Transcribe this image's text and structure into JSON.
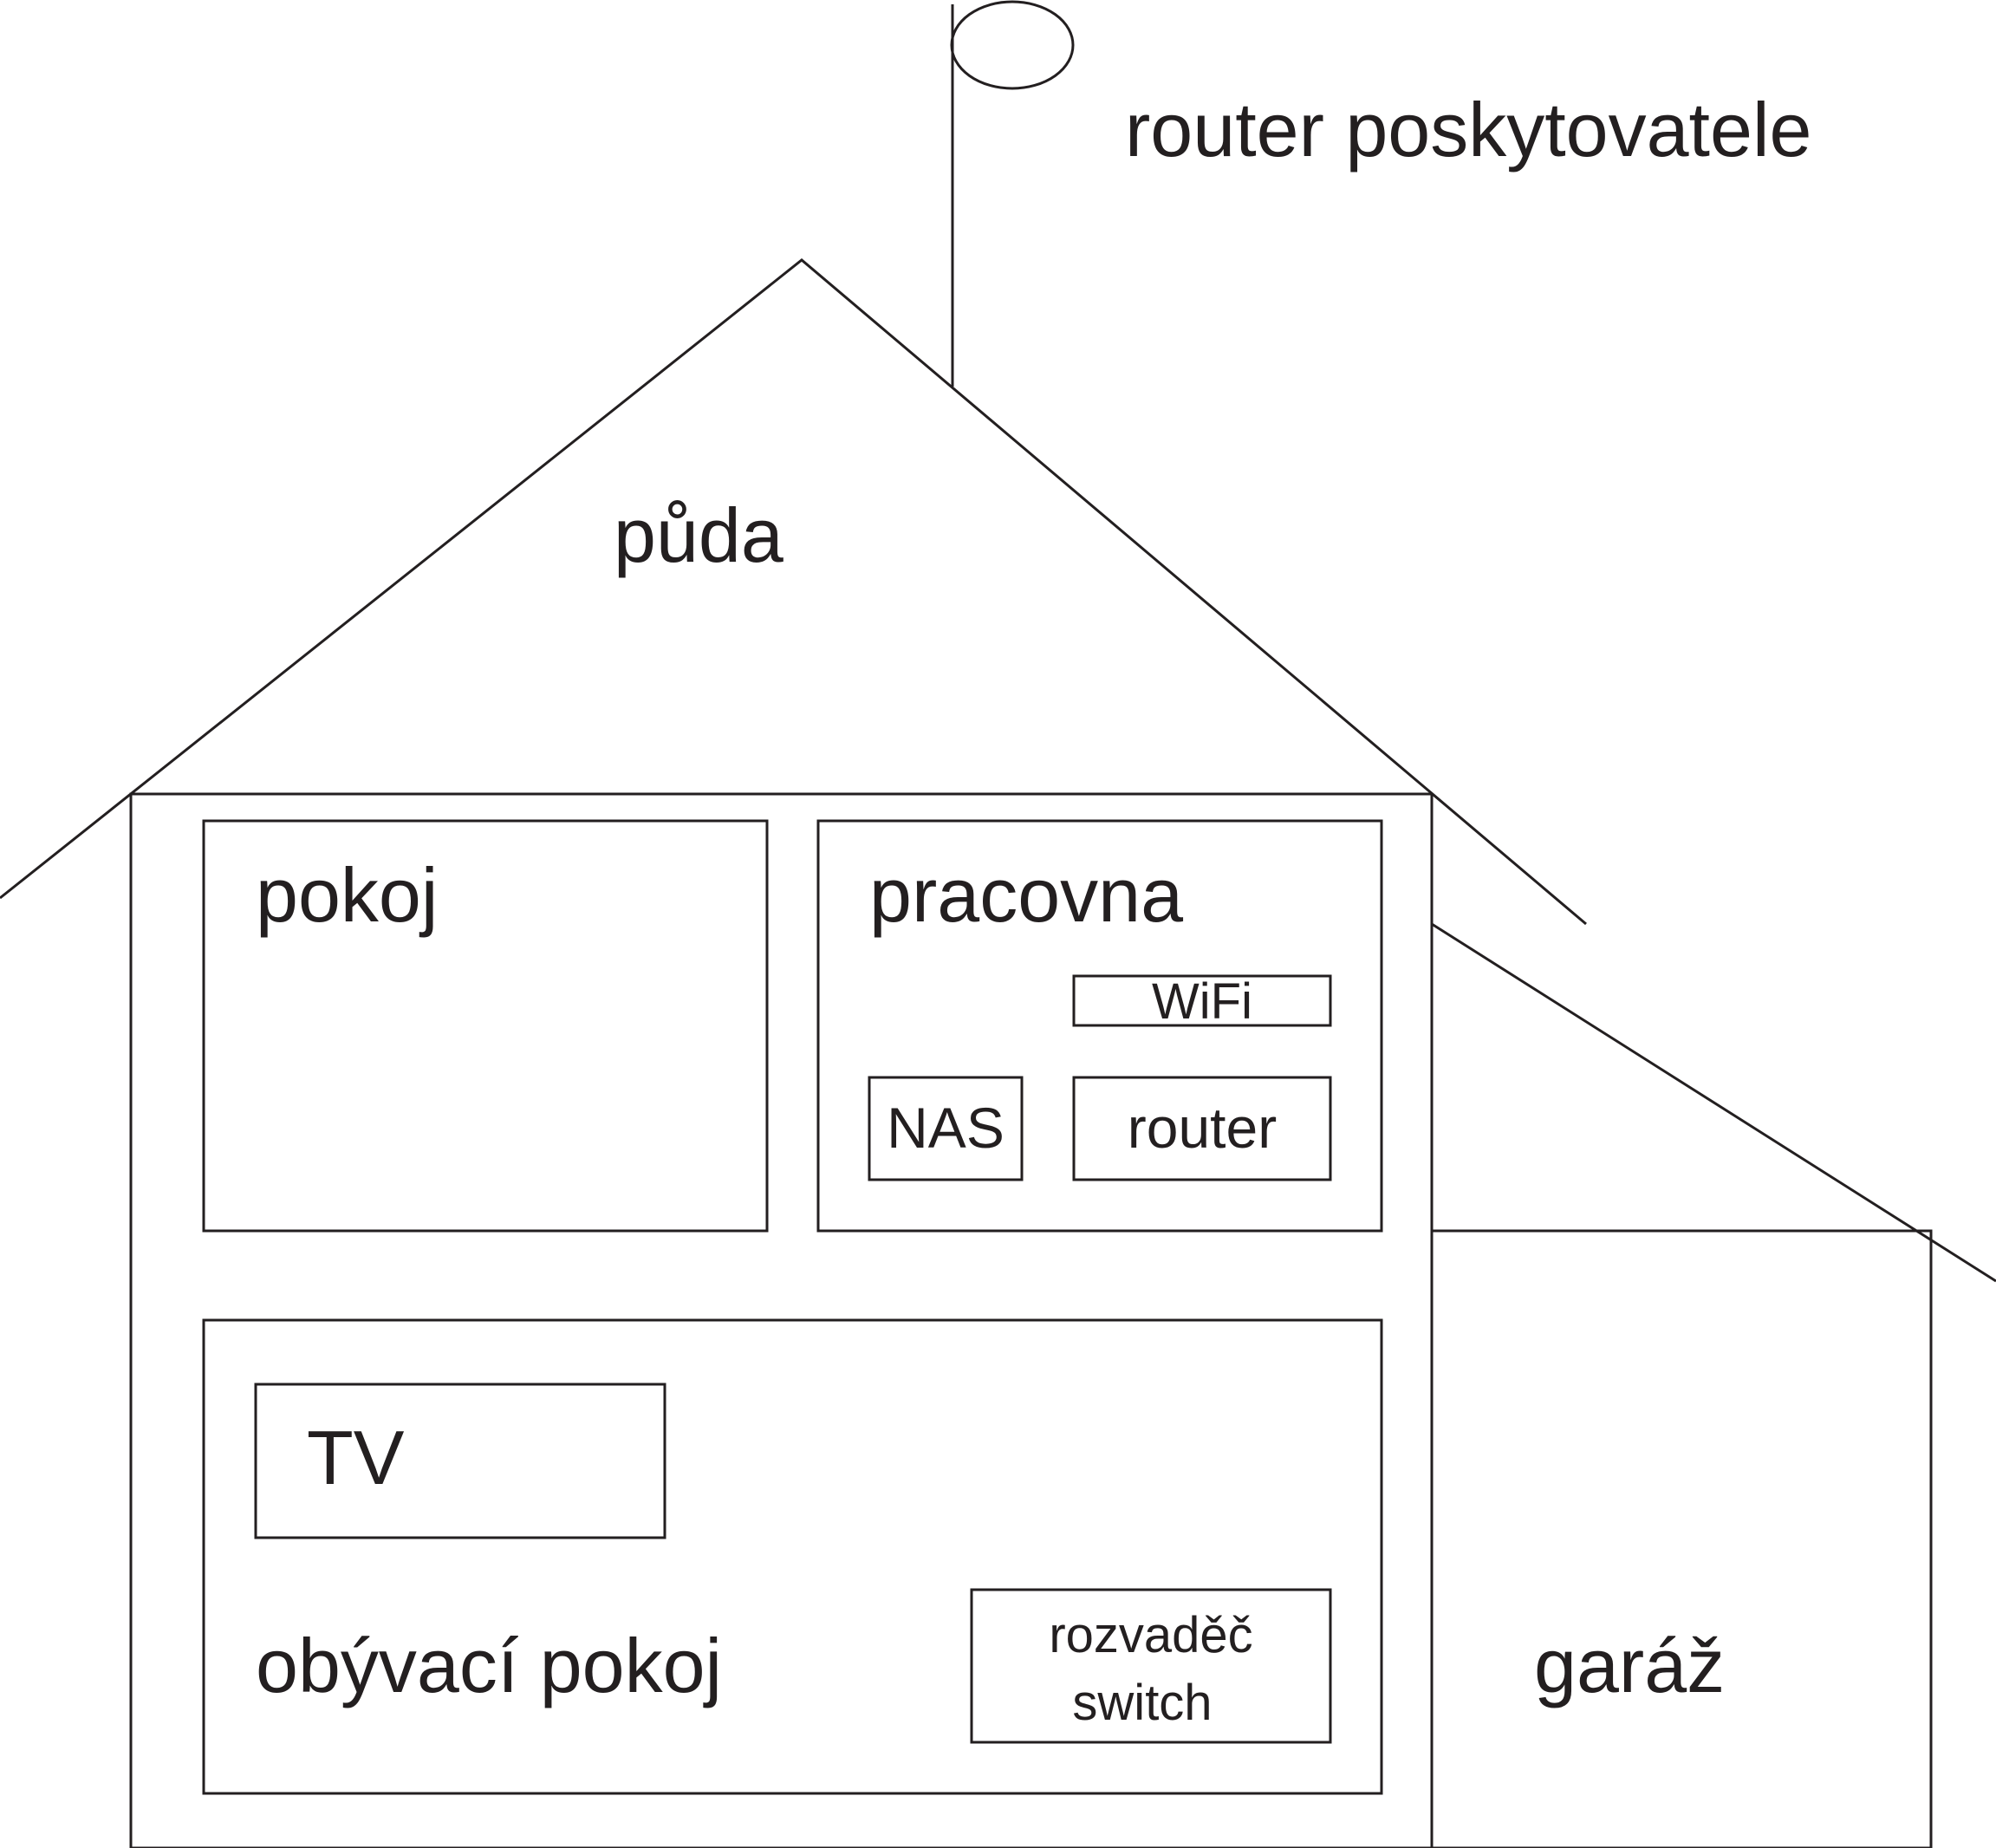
{
  "labels": {
    "provider_router": "router poskytovatele",
    "attic": "půda",
    "room": "pokoj",
    "study": "pracovna",
    "wifi": "WiFi",
    "nas": "NAS",
    "router": "router",
    "tv": "TV",
    "living_room": "obývací pokoj",
    "switchboard_line1": "rozvaděč",
    "switchboard_line2": "switch",
    "garage": "garáž"
  },
  "colors": {
    "line": "#231f20",
    "background": "#ffffff"
  }
}
